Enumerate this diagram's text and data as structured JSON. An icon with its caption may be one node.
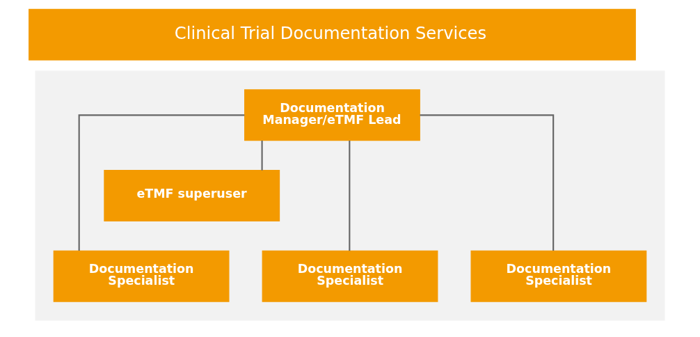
{
  "diagram": {
    "nodes": [
      {
        "text": [
          "Clinical Trial Documentation Services"
        ]
      },
      {
        "text": [],
        "shape": "box"
      },
      {
        "text": [
          "Documentation Manager/eTMF Lead"
        ],
        "in": 1
      },
      {
        "text": [
          "eTMF superuser"
        ],
        "in": 1
      },
      {
        "text": [
          "Documentation Specialist"
        ],
        "in": 1
      },
      {
        "text": [
          "Documentation Specialist"
        ],
        "in": 1
      },
      {
        "text": [
          "Documentation Specialist"
        ],
        "in": 1
      }
    ],
    "edges": [
      {
        "from": 2,
        "to": 3,
        "arrow": "none"
      },
      {
        "from": 2,
        "to": 4,
        "arrow": "none"
      },
      {
        "from": 2,
        "to": 5,
        "arrow": "none"
      },
      {
        "from": 2,
        "to": 6,
        "arrow": "none"
      }
    ]
  }
}
